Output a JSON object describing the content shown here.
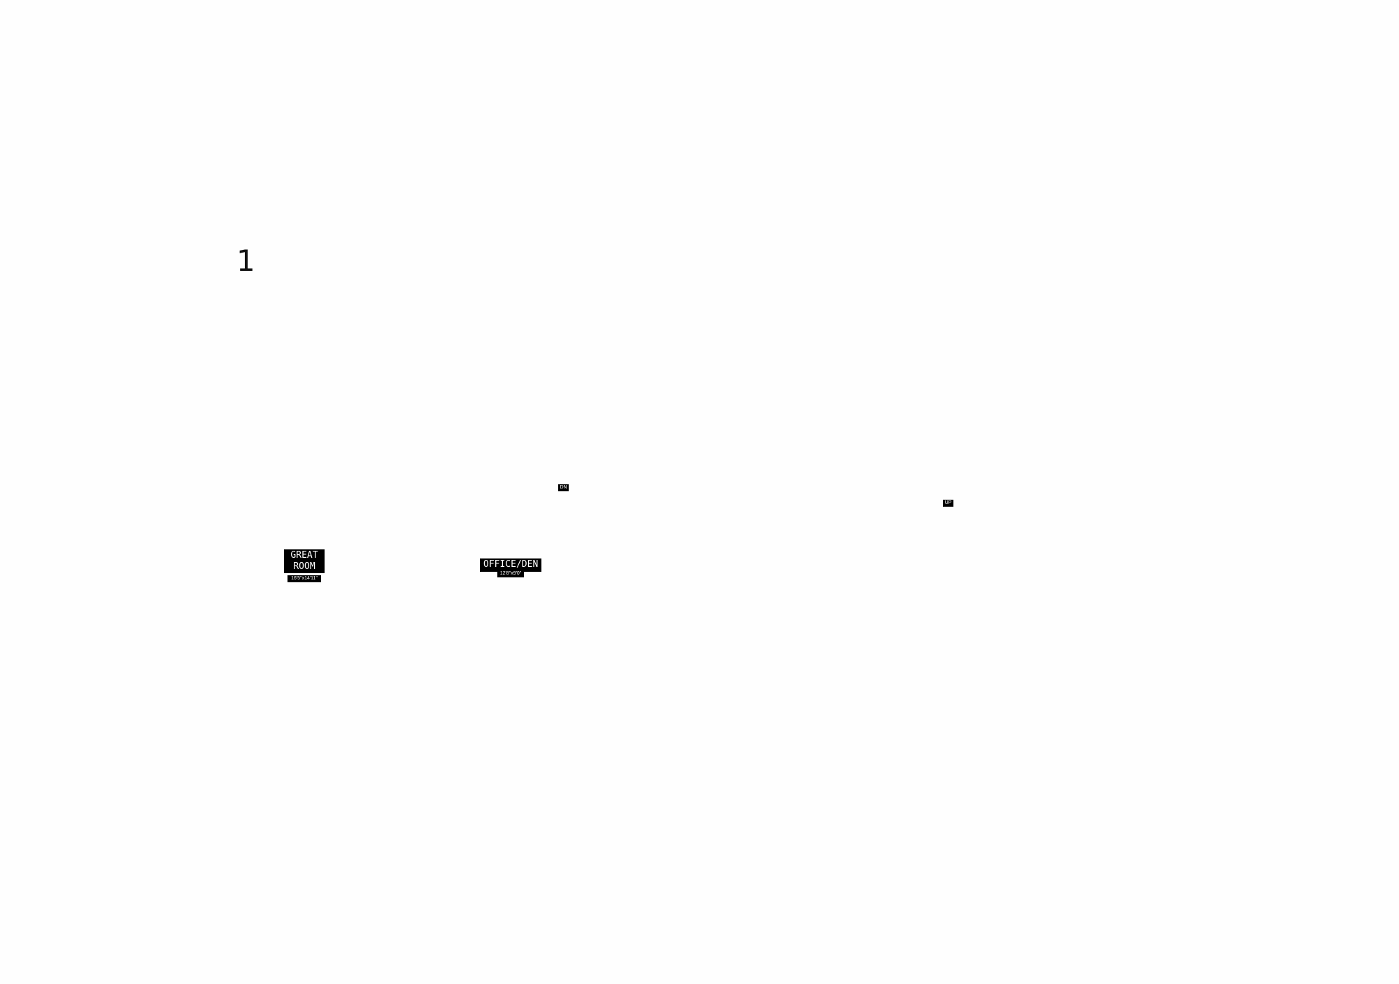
{
  "floor": {
    "number": "1"
  },
  "rooms": [
    {
      "name_line1": "GREAT",
      "name_line2": "ROOM",
      "dimensions": "16'5\"x14'11\""
    },
    {
      "name": "OFFICE/DEN",
      "dimensions": "12'8\"x9'0\""
    }
  ],
  "stairs": {
    "down_label": "DN",
    "up_label": "UP"
  },
  "colors": {
    "background": "#fefefe",
    "label_background": "#000000",
    "label_text": "#ffffff",
    "floor_number_text": "#111111"
  }
}
